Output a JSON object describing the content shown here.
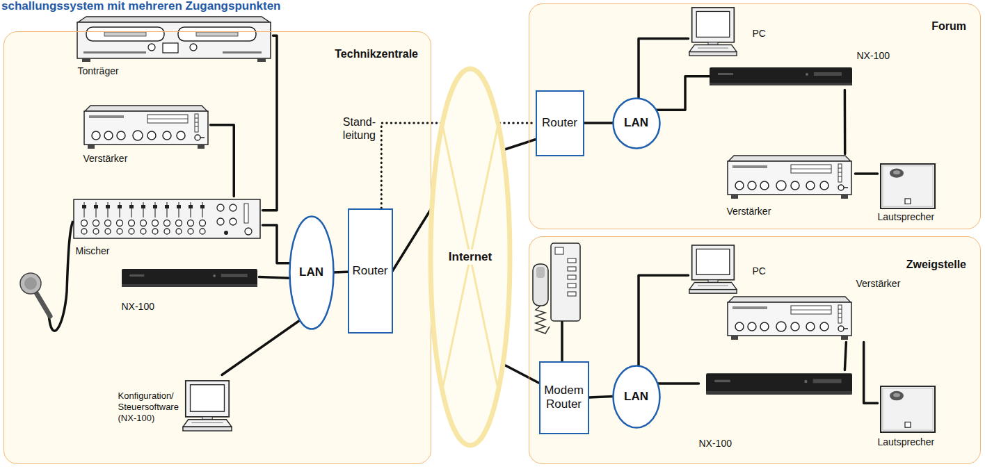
{
  "diagram": {
    "title": "schallungssystem mit mehreren Zugangspunkten",
    "nodes": [
      {
        "text": [
          "Technikzentrale"
        ]
      },
      {
        "text": [
          "Tonträger"
        ],
        "in": 0
      },
      {
        "text": [
          "Verstärker"
        ],
        "in": 0
      },
      {
        "text": [
          "Mischer"
        ],
        "in": 0
      },
      {
        "text": [
          "NX-100"
        ],
        "in": 0
      },
      {
        "text": [
          "LAN"
        ],
        "in": 0
      },
      {
        "text": [
          "Router"
        ],
        "in": 0
      },
      {
        "text": [
          "Konfiguration/ Steuersoftware (NX-100)"
        ],
        "in": 0
      },
      {
        "text": [
          "Internet"
        ]
      },
      {
        "text": [
          "Forum"
        ]
      },
      {
        "text": [
          "PC"
        ],
        "in": 9
      },
      {
        "text": [
          "Router"
        ],
        "in": 9
      },
      {
        "text": [
          "LAN"
        ],
        "in": 9
      },
      {
        "text": [
          "NX-100"
        ],
        "in": 9
      },
      {
        "text": [
          "Verstärker"
        ],
        "in": 9
      },
      {
        "text": [
          "Lautsprecher"
        ],
        "in": 9
      },
      {
        "text": [
          "Zweigstelle"
        ]
      },
      {
        "text": [
          "PC"
        ],
        "in": 16
      },
      {
        "text": [
          "Modem Router"
        ],
        "in": 16
      },
      {
        "text": [
          "LAN"
        ],
        "in": 16
      },
      {
        "text": [
          "Verstärker"
        ],
        "in": 16
      },
      {
        "text": [
          "NX-100"
        ],
        "in": 16
      },
      {
        "text": [
          "Lautsprecher"
        ],
        "in": 16
      }
    ],
    "edges": [
      {
        "from": 1,
        "to": 3,
        "arrow": "none"
      },
      {
        "from": 2,
        "to": 3,
        "arrow": "none"
      },
      {
        "from": 3,
        "to": 5,
        "arrow": "none"
      },
      {
        "from": 4,
        "to": 5,
        "arrow": "none"
      },
      {
        "from": 7,
        "to": 5,
        "arrow": "none"
      },
      {
        "from": 5,
        "to": 6,
        "arrow": "none"
      },
      {
        "from": 6,
        "to": 8,
        "arrow": "none"
      },
      {
        "from": 6,
        "to": 11,
        "label": "Stand- leitung",
        "arrow": "none"
      },
      {
        "from": 8,
        "to": 11,
        "arrow": "none"
      },
      {
        "from": 8,
        "to": 18,
        "arrow": "none"
      },
      {
        "from": 11,
        "to": 12,
        "arrow": "none"
      },
      {
        "from": 12,
        "to": 10,
        "arrow": "none"
      },
      {
        "from": 12,
        "to": 13,
        "arrow": "none"
      },
      {
        "from": 13,
        "to": 14,
        "arrow": "none"
      },
      {
        "from": 14,
        "to": 15,
        "arrow": "none"
      },
      {
        "from": 18,
        "to": 19,
        "arrow": "none"
      },
      {
        "from": 19,
        "to": 17,
        "arrow": "none"
      },
      {
        "from": 19,
        "to": 21,
        "arrow": "none"
      },
      {
        "from": 21,
        "to": 20,
        "arrow": "none"
      },
      {
        "from": 20,
        "to": 22,
        "arrow": "none"
      }
    ]
  }
}
